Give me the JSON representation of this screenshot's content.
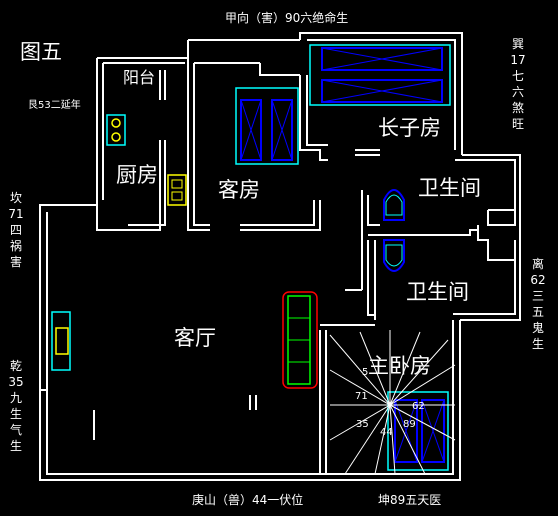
{
  "figure_title": "图五",
  "directions": {
    "top": "甲向（害）90六绝命生",
    "bottom_left": "庚山（兽）44一伏位",
    "bottom_right": "坤89五天医",
    "left_top": "艮53二延年",
    "left_side_1": "坎71四祸害",
    "left_side_2": "乾35九生气生",
    "right_side_1": "巽17七六煞旺",
    "right_side_2": "离62三五鬼生"
  },
  "rooms": {
    "balcony": "阳台",
    "kitchen": "厨房",
    "guest_room": "客房",
    "eldest_son_room": "长子房",
    "bathroom_1": "卫生间",
    "bathroom_2": "卫生间",
    "living_room": "客厅",
    "master_bedroom": "主卧房"
  },
  "center_markers": [
    "5",
    "71",
    "62",
    "35",
    "44",
    "89"
  ],
  "colors": {
    "background": "#000000",
    "wall": "#ffffff",
    "fixture": "#00ffff",
    "furniture": "#0000ff",
    "appliance": "#ffff00",
    "sofa": "#00ff00",
    "sofa_frame": "#ff0000"
  }
}
